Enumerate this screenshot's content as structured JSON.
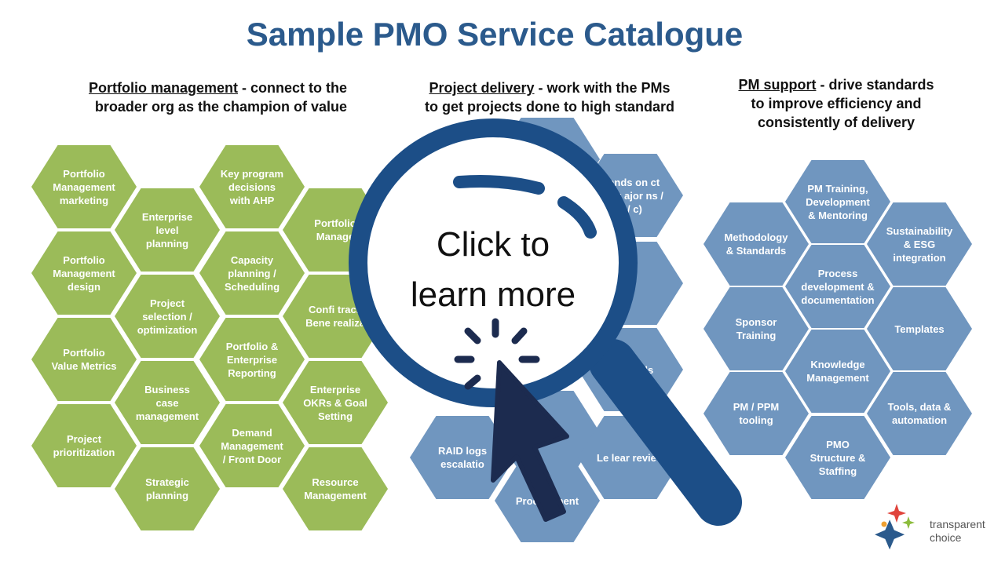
{
  "title": "Sample PMO Service Catalogue",
  "columns": {
    "portfolio": {
      "heading": "Portfolio management",
      "desc_line1": " - connect  to the",
      "desc_line2": "broader org as the champion of value"
    },
    "delivery": {
      "heading": "Project delivery",
      "desc_line1": " - work with the PMs",
      "desc_line2": "to get projects done to high standard"
    },
    "support": {
      "heading": "PM support",
      "desc_line1": " - drive standards",
      "desc_line2": "to improve efficiency and",
      "desc_line3": "consistently of delivery"
    }
  },
  "portfolio_hexes": [
    "Portfolio Management marketing",
    "Portfolio Management design",
    "Portfolio Value Metrics",
    "Project prioritization",
    "Enterprise level planning",
    "Project selection / optimization",
    "Business case management",
    "Strategic planning",
    "Key program decisions with AHP",
    "Capacity planning / Scheduling",
    "Portfolio & Enterprise Reporting",
    "Demand Management / Front Door",
    "Portfolio Manage",
    "Confi track Bene realiza",
    "Enterprise OKRs & Goal Setting",
    "Resource Management"
  ],
  "delivery_hexes": [
    "Hands on ct work ajor ns / y / c)",
    "&",
    "ect ntrols",
    "RAID logs escalatio",
    "Le lear review",
    "Procurement",
    "t"
  ],
  "support_hexes": [
    "Methodology & Standards",
    "Sponsor Training",
    "PM / PPM tooling",
    "PM Training, Development & Mentoring",
    "Process development & documentation",
    "Knowledge Management",
    "PMO Structure & Staffing",
    "Sustainability & ESG integration",
    "Templates",
    "Tools, data & automation"
  ],
  "cta": {
    "line1": "Click to",
    "line2": "learn more"
  },
  "brand": {
    "line1": "transparent",
    "line2": "choice"
  },
  "colors": {
    "title": "#2b5a8c",
    "green_hex": "#9bbb59",
    "blue_hex": "#7096bf",
    "magnifier": "#1c4e87",
    "cursor": "#1c2b4f"
  }
}
